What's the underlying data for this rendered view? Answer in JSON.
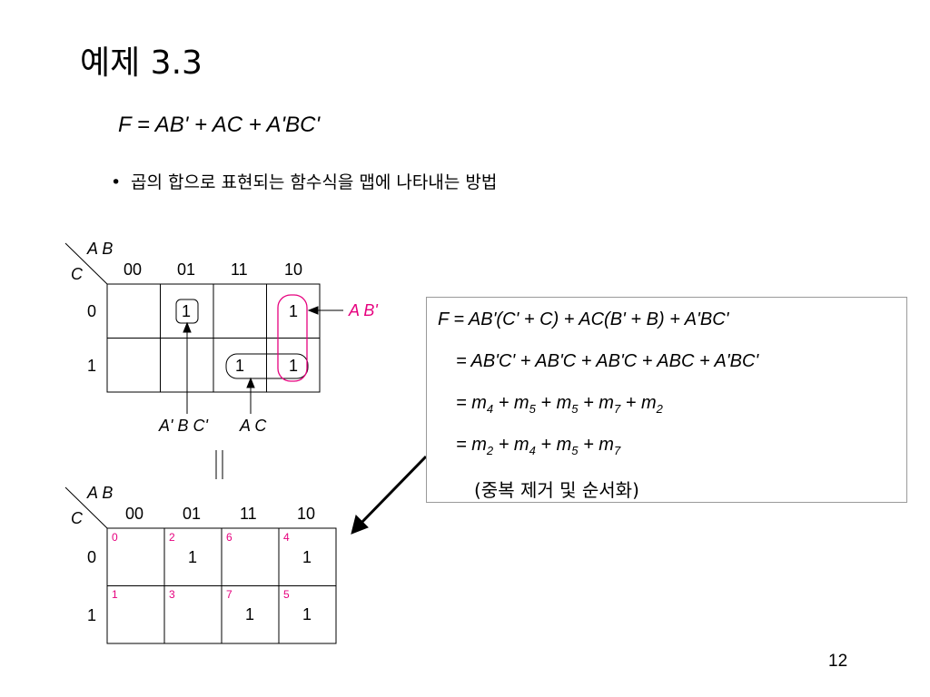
{
  "title": "예제 3.3",
  "formula": "F = AB' + AC + A'BC'",
  "bullet": "곱의 합으로 표현되는 함수식을 맵에 나타내는 방법",
  "kmap1": {
    "var_ab": "A B",
    "var_c": "C",
    "col_headers": [
      "00",
      "01",
      "11",
      "10"
    ],
    "row_headers": [
      "0",
      "1"
    ],
    "cells": [
      [
        "",
        "1",
        "",
        "1"
      ],
      [
        "",
        "",
        "1",
        "1"
      ]
    ],
    "label_ab_prime": "A B'",
    "label_a_prime_b_c_prime": "A' B C'",
    "label_ac": "A C"
  },
  "equals_sign": "||",
  "kmap2": {
    "var_ab": "A B",
    "var_c": "C",
    "col_headers": [
      "00",
      "01",
      "11",
      "10"
    ],
    "row_headers": [
      "0",
      "1"
    ],
    "minterm_numbers": [
      [
        "0",
        "2",
        "6",
        "4"
      ],
      [
        "1",
        "3",
        "7",
        "5"
      ]
    ],
    "cells": [
      [
        "",
        "1",
        "",
        "1"
      ],
      [
        "",
        "",
        "1",
        "1"
      ]
    ]
  },
  "derivation": {
    "line1": "F = AB'(C' + C) + AC(B' + B) + A'BC'",
    "line2": "= AB'C' + AB'C + AB'C + ABC + A'BC'",
    "line3": [
      "= m",
      "4",
      " + m",
      "5",
      " + m",
      "5",
      " + m",
      "7",
      " + m",
      "2"
    ],
    "line4": [
      "= m",
      "2",
      " + m",
      "4",
      " + m",
      "5",
      " + m",
      "7"
    ],
    "note": "(중복 제거 및 순서화)"
  },
  "page_number": "12",
  "colors": {
    "accent": "#e6007e",
    "box_border": "#9a9a9a"
  }
}
